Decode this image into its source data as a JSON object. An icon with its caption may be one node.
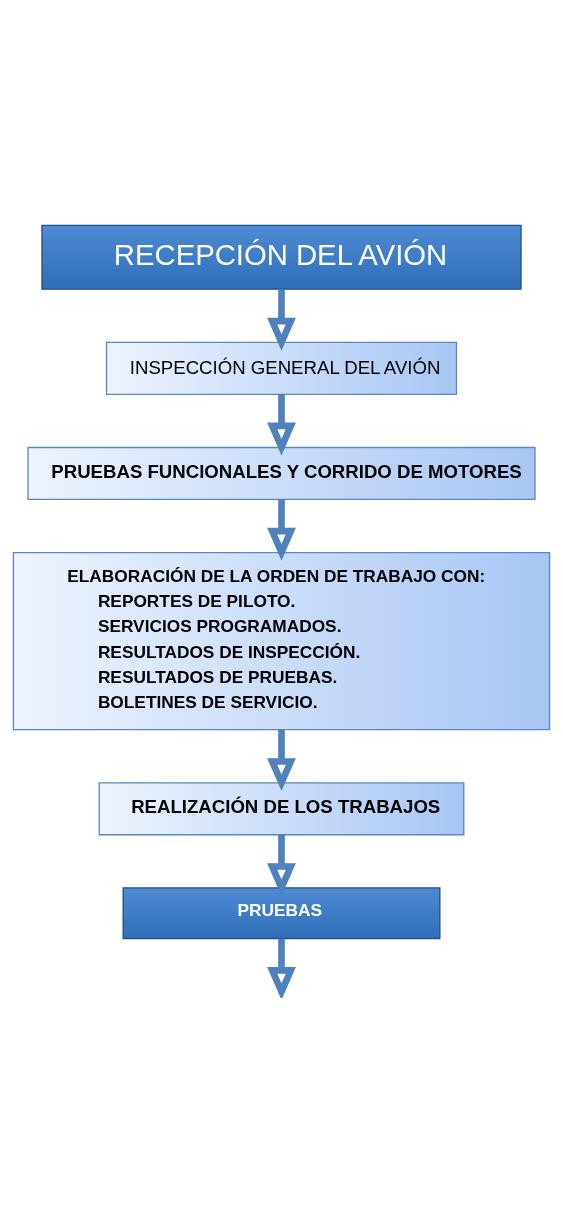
{
  "diagram": {
    "nodes": [
      {
        "text": [
          "RECEPCIÓN DEL AVIÓN"
        ]
      },
      {
        "text": [
          "INSPECCIÓN GENERAL DEL AVIÓN"
        ]
      },
      {
        "text": [
          "PRUEBAS FUNCIONALES Y CORRIDO DE MOTORES"
        ]
      },
      {
        "text": [
          "ELABORACIÓN DE LA ORDEN DE TRABAJO CON:",
          "REPORTES DE PILOTO.",
          "SERVICIOS PROGRAMADOS.",
          "RESULTADOS DE INSPECCIÓN.",
          "RESULTADOS DE PRUEBAS.",
          "BOLETINES DE SERVICIO."
        ]
      },
      {
        "text": [
          "REALIZACIÓN DE LOS TRABAJOS"
        ]
      },
      {
        "text": [
          "PRUEBAS"
        ]
      }
    ],
    "edges": [
      {
        "from": 0,
        "to": 1,
        "arrow": "to"
      },
      {
        "from": 1,
        "to": 2,
        "arrow": "to"
      },
      {
        "from": 2,
        "to": 3,
        "arrow": "to"
      },
      {
        "from": 3,
        "to": 4,
        "arrow": "to"
      },
      {
        "from": 4,
        "to": 5,
        "arrow": "to"
      },
      {
        "from": 5,
        "to": null,
        "arrow": "to"
      }
    ]
  }
}
